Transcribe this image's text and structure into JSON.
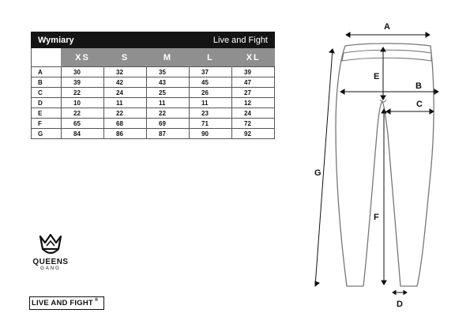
{
  "table": {
    "title": "Wymiary",
    "tagline": "Live and Fight",
    "sizes": [
      "XS",
      "S",
      "M",
      "L",
      "XL"
    ],
    "rows": [
      {
        "label": "A",
        "values": [
          "30",
          "32",
          "35",
          "37",
          "39"
        ]
      },
      {
        "label": "B",
        "values": [
          "39",
          "42",
          "43",
          "45",
          "47"
        ]
      },
      {
        "label": "C",
        "values": [
          "22",
          "24",
          "25",
          "26",
          "27"
        ]
      },
      {
        "label": "D",
        "values": [
          "10",
          "11",
          "11",
          "11",
          "12"
        ]
      },
      {
        "label": "E",
        "values": [
          "22",
          "22",
          "22",
          "23",
          "24"
        ]
      },
      {
        "label": "F",
        "values": [
          "65",
          "68",
          "69",
          "71",
          "72"
        ]
      },
      {
        "label": "G",
        "values": [
          "84",
          "86",
          "87",
          "90",
          "92"
        ]
      }
    ]
  },
  "logo": {
    "name": "QUEENS",
    "sub": "GANG"
  },
  "badge": {
    "text": "LIVE AND FIGHT",
    "mark": "®"
  },
  "diagram": {
    "labels": {
      "A": "A",
      "B": "B",
      "C": "C",
      "D": "D",
      "E": "E",
      "F": "F",
      "G": "G"
    }
  }
}
